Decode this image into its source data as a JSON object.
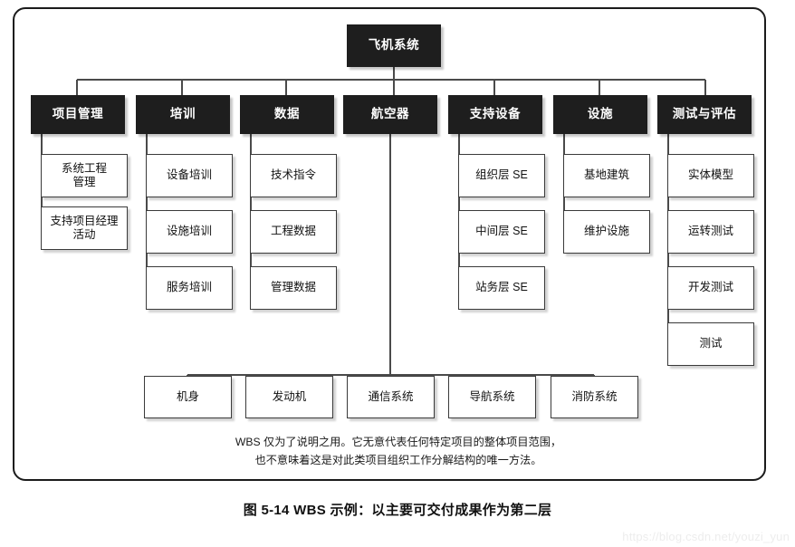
{
  "figure": {
    "caption": "图 5-14 WBS 示例：以主要可交付成果作为第二层",
    "watermark": "https://blog.csdn.net/youzi_yun",
    "note_line_1": "WBS 仅为了说明之用。它无意代表任何特定项目的整体项目范围，",
    "note_line_2": "也不意味着这是对此类项目组织工作分解结构的唯一方法。"
  },
  "colors": {
    "node_fill_level1": "#1e1e1e",
    "node_text_level1": "#ffffff",
    "node_fill_leaf": "#ffffff",
    "node_border_leaf": "#3a3a3a",
    "connector": "#4a4a4a",
    "frame": "#1b1b1b",
    "watermark": "#ededed"
  },
  "chart_data": {
    "type": "diagram",
    "diagram_kind": "work-breakdown-structure",
    "title": "图 5-14 WBS 示例：以主要可交付成果作为第二层",
    "root": "飞机系统",
    "levels": 3,
    "branches": [
      {
        "id": "pm",
        "label": "项目管理",
        "children": [
          "系统工程\n管理",
          "支持项目经理\n活动"
        ]
      },
      {
        "id": "training",
        "label": "培训",
        "children": [
          "设备培训",
          "设施培训",
          "服务培训"
        ]
      },
      {
        "id": "data",
        "label": "数据",
        "children": [
          "技术指令",
          "工程数据",
          "管理数据"
        ]
      },
      {
        "id": "aircraft",
        "label": "航空器",
        "children": [
          "机身",
          "发动机",
          "通信系统",
          "导航系统",
          "消防系统"
        ]
      },
      {
        "id": "support",
        "label": "支持设备",
        "children": [
          "组织层 SE",
          "中间层 SE",
          "站务层 SE"
        ]
      },
      {
        "id": "facility",
        "label": "设施",
        "children": [
          "基地建筑",
          "维护设施"
        ]
      },
      {
        "id": "test",
        "label": "测试与评估",
        "children": [
          "实体模型",
          "运转测试",
          "开发测试",
          "测试"
        ]
      }
    ]
  },
  "nodes": {
    "root": "飞机系统",
    "l1": {
      "pm": "项目管理",
      "training": "培训",
      "data": "数据",
      "aircraft": "航空器",
      "support": "支持设备",
      "facility": "设施",
      "test": "测试与评估"
    },
    "pm_children": [
      "系统工程\n管理",
      "支持项目经理\n活动"
    ],
    "training_children": [
      "设备培训",
      "设施培训",
      "服务培训"
    ],
    "data_children": [
      "技术指令",
      "工程数据",
      "管理数据"
    ],
    "support_children": [
      "组织层 SE",
      "中间层 SE",
      "站务层 SE"
    ],
    "facility_children": [
      "基地建筑",
      "维护设施"
    ],
    "test_children": [
      "实体模型",
      "运转测试",
      "开发测试",
      "测试"
    ],
    "aircraft_children": [
      "机身",
      "发动机",
      "通信系统",
      "导航系统",
      "消防系统"
    ]
  }
}
